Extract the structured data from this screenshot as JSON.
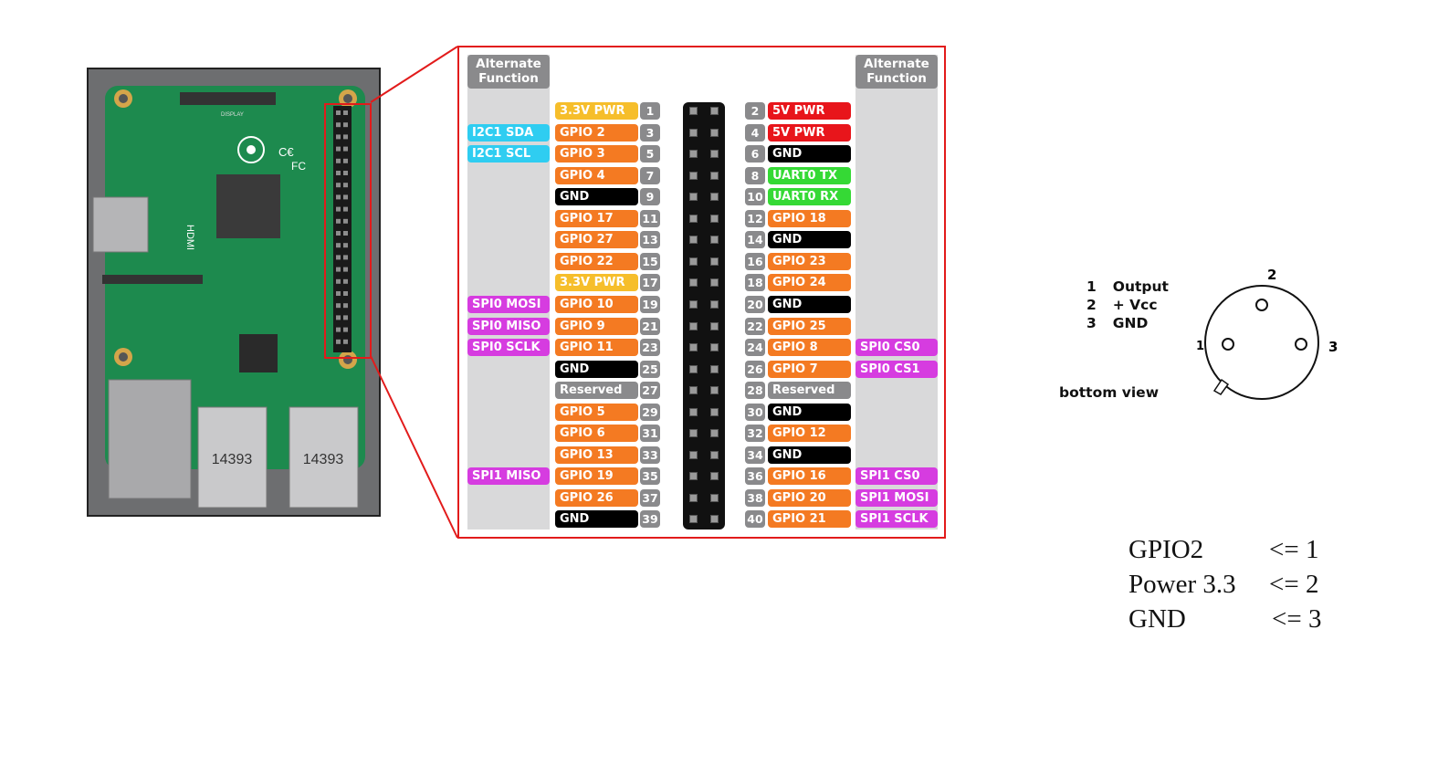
{
  "colors": {
    "frame": "#e21b1b",
    "alt_header": "#8a8a8c",
    "alt_column": "#d9d9da",
    "orange": "#f47a22",
    "yellow": "#f6be2b",
    "red": "#e8151b",
    "black": "#000000",
    "green": "#35d935",
    "gray": "#8a8a8c",
    "cyan": "#2fcdf1",
    "magenta": "#d63ce0"
  },
  "pinout": {
    "left_alt_header": "Alternate Function",
    "right_alt_header": "Alternate Function",
    "rows": [
      {
        "l_alt": "",
        "l_label": "3.3V PWR",
        "l_color": "yellow",
        "l_num": "1",
        "r_num": "2",
        "r_label": "5V PWR",
        "r_color": "red",
        "r_alt": ""
      },
      {
        "l_alt": "I2C1 SDA",
        "l_label": "GPIO 2",
        "l_color": "orange",
        "l_num": "3",
        "r_num": "4",
        "r_label": "5V PWR",
        "r_color": "red",
        "r_alt": ""
      },
      {
        "l_alt": "I2C1 SCL",
        "l_label": "GPIO 3",
        "l_color": "orange",
        "l_num": "5",
        "r_num": "6",
        "r_label": "GND",
        "r_color": "black",
        "r_alt": ""
      },
      {
        "l_alt": "",
        "l_label": "GPIO 4",
        "l_color": "orange",
        "l_num": "7",
        "r_num": "8",
        "r_label": "UART0 TX",
        "r_color": "green",
        "r_alt": ""
      },
      {
        "l_alt": "",
        "l_label": "GND",
        "l_color": "black",
        "l_num": "9",
        "r_num": "10",
        "r_label": "UART0 RX",
        "r_color": "green",
        "r_alt": ""
      },
      {
        "l_alt": "",
        "l_label": "GPIO 17",
        "l_color": "orange",
        "l_num": "11",
        "r_num": "12",
        "r_label": "GPIO 18",
        "r_color": "orange",
        "r_alt": ""
      },
      {
        "l_alt": "",
        "l_label": "GPIO 27",
        "l_color": "orange",
        "l_num": "13",
        "r_num": "14",
        "r_label": "GND",
        "r_color": "black",
        "r_alt": ""
      },
      {
        "l_alt": "",
        "l_label": "GPIO 22",
        "l_color": "orange",
        "l_num": "15",
        "r_num": "16",
        "r_label": "GPIO 23",
        "r_color": "orange",
        "r_alt": ""
      },
      {
        "l_alt": "",
        "l_label": "3.3V PWR",
        "l_color": "yellow",
        "l_num": "17",
        "r_num": "18",
        "r_label": "GPIO 24",
        "r_color": "orange",
        "r_alt": ""
      },
      {
        "l_alt": "SPI0 MOSI",
        "l_label": "GPIO 10",
        "l_color": "orange",
        "l_num": "19",
        "r_num": "20",
        "r_label": "GND",
        "r_color": "black",
        "r_alt": ""
      },
      {
        "l_alt": "SPI0 MISO",
        "l_label": "GPIO 9",
        "l_color": "orange",
        "l_num": "21",
        "r_num": "22",
        "r_label": "GPIO 25",
        "r_color": "orange",
        "r_alt": ""
      },
      {
        "l_alt": "SPI0 SCLK",
        "l_label": "GPIO 11",
        "l_color": "orange",
        "l_num": "23",
        "r_num": "24",
        "r_label": "GPIO 8",
        "r_color": "orange",
        "r_alt": "SPI0 CS0"
      },
      {
        "l_alt": "",
        "l_label": "GND",
        "l_color": "black",
        "l_num": "25",
        "r_num": "26",
        "r_label": "GPIO 7",
        "r_color": "orange",
        "r_alt": "SPI0 CS1"
      },
      {
        "l_alt": "",
        "l_label": "Reserved",
        "l_color": "gray",
        "l_num": "27",
        "r_num": "28",
        "r_label": "Reserved",
        "r_color": "gray",
        "r_alt": ""
      },
      {
        "l_alt": "",
        "l_label": "GPIO 5",
        "l_color": "orange",
        "l_num": "29",
        "r_num": "30",
        "r_label": "GND",
        "r_color": "black",
        "r_alt": ""
      },
      {
        "l_alt": "",
        "l_label": "GPIO 6",
        "l_color": "orange",
        "l_num": "31",
        "r_num": "32",
        "r_label": "GPIO 12",
        "r_color": "orange",
        "r_alt": ""
      },
      {
        "l_alt": "",
        "l_label": "GPIO 13",
        "l_color": "orange",
        "l_num": "33",
        "r_num": "34",
        "r_label": "GND",
        "r_color": "black",
        "r_alt": ""
      },
      {
        "l_alt": "SPI1 MISO",
        "l_label": "GPIO 19",
        "l_color": "orange",
        "l_num": "35",
        "r_num": "36",
        "r_label": "GPIO 16",
        "r_color": "orange",
        "r_alt": "SPI1 CS0"
      },
      {
        "l_alt": "",
        "l_label": "GPIO 26",
        "l_color": "orange",
        "l_num": "37",
        "r_num": "38",
        "r_label": "GPIO 20",
        "r_color": "orange",
        "r_alt": "SPI1 MOSI"
      },
      {
        "l_alt": "",
        "l_label": "GND",
        "l_color": "black",
        "l_num": "39",
        "r_num": "40",
        "r_label": "GPIO 21",
        "r_color": "orange",
        "r_alt": "SPI1 SCLK"
      }
    ]
  },
  "board_photo": {
    "hdmi_text": "HDMI",
    "usb_text_1": "14393",
    "usb_text_2": "14393",
    "display_text": "DISPLAY",
    "icons": [
      "raspberry-logo-icon",
      "ce-mark-icon",
      "fcc-mark-icon"
    ]
  },
  "sensor": {
    "legend": [
      {
        "num": "1",
        "text": "Output"
      },
      {
        "num": "2",
        "text": "+ Vcc"
      },
      {
        "num": "3",
        "text": "GND"
      }
    ],
    "caption": "bottom view",
    "pin_labels": [
      "1",
      "2",
      "3"
    ]
  },
  "mapping": [
    {
      "left": "GPIO2",
      "right": "<= 1"
    },
    {
      "left": "Power 3.3",
      "right": "<= 2"
    },
    {
      "left": "GND",
      "right": "<= 3"
    }
  ]
}
